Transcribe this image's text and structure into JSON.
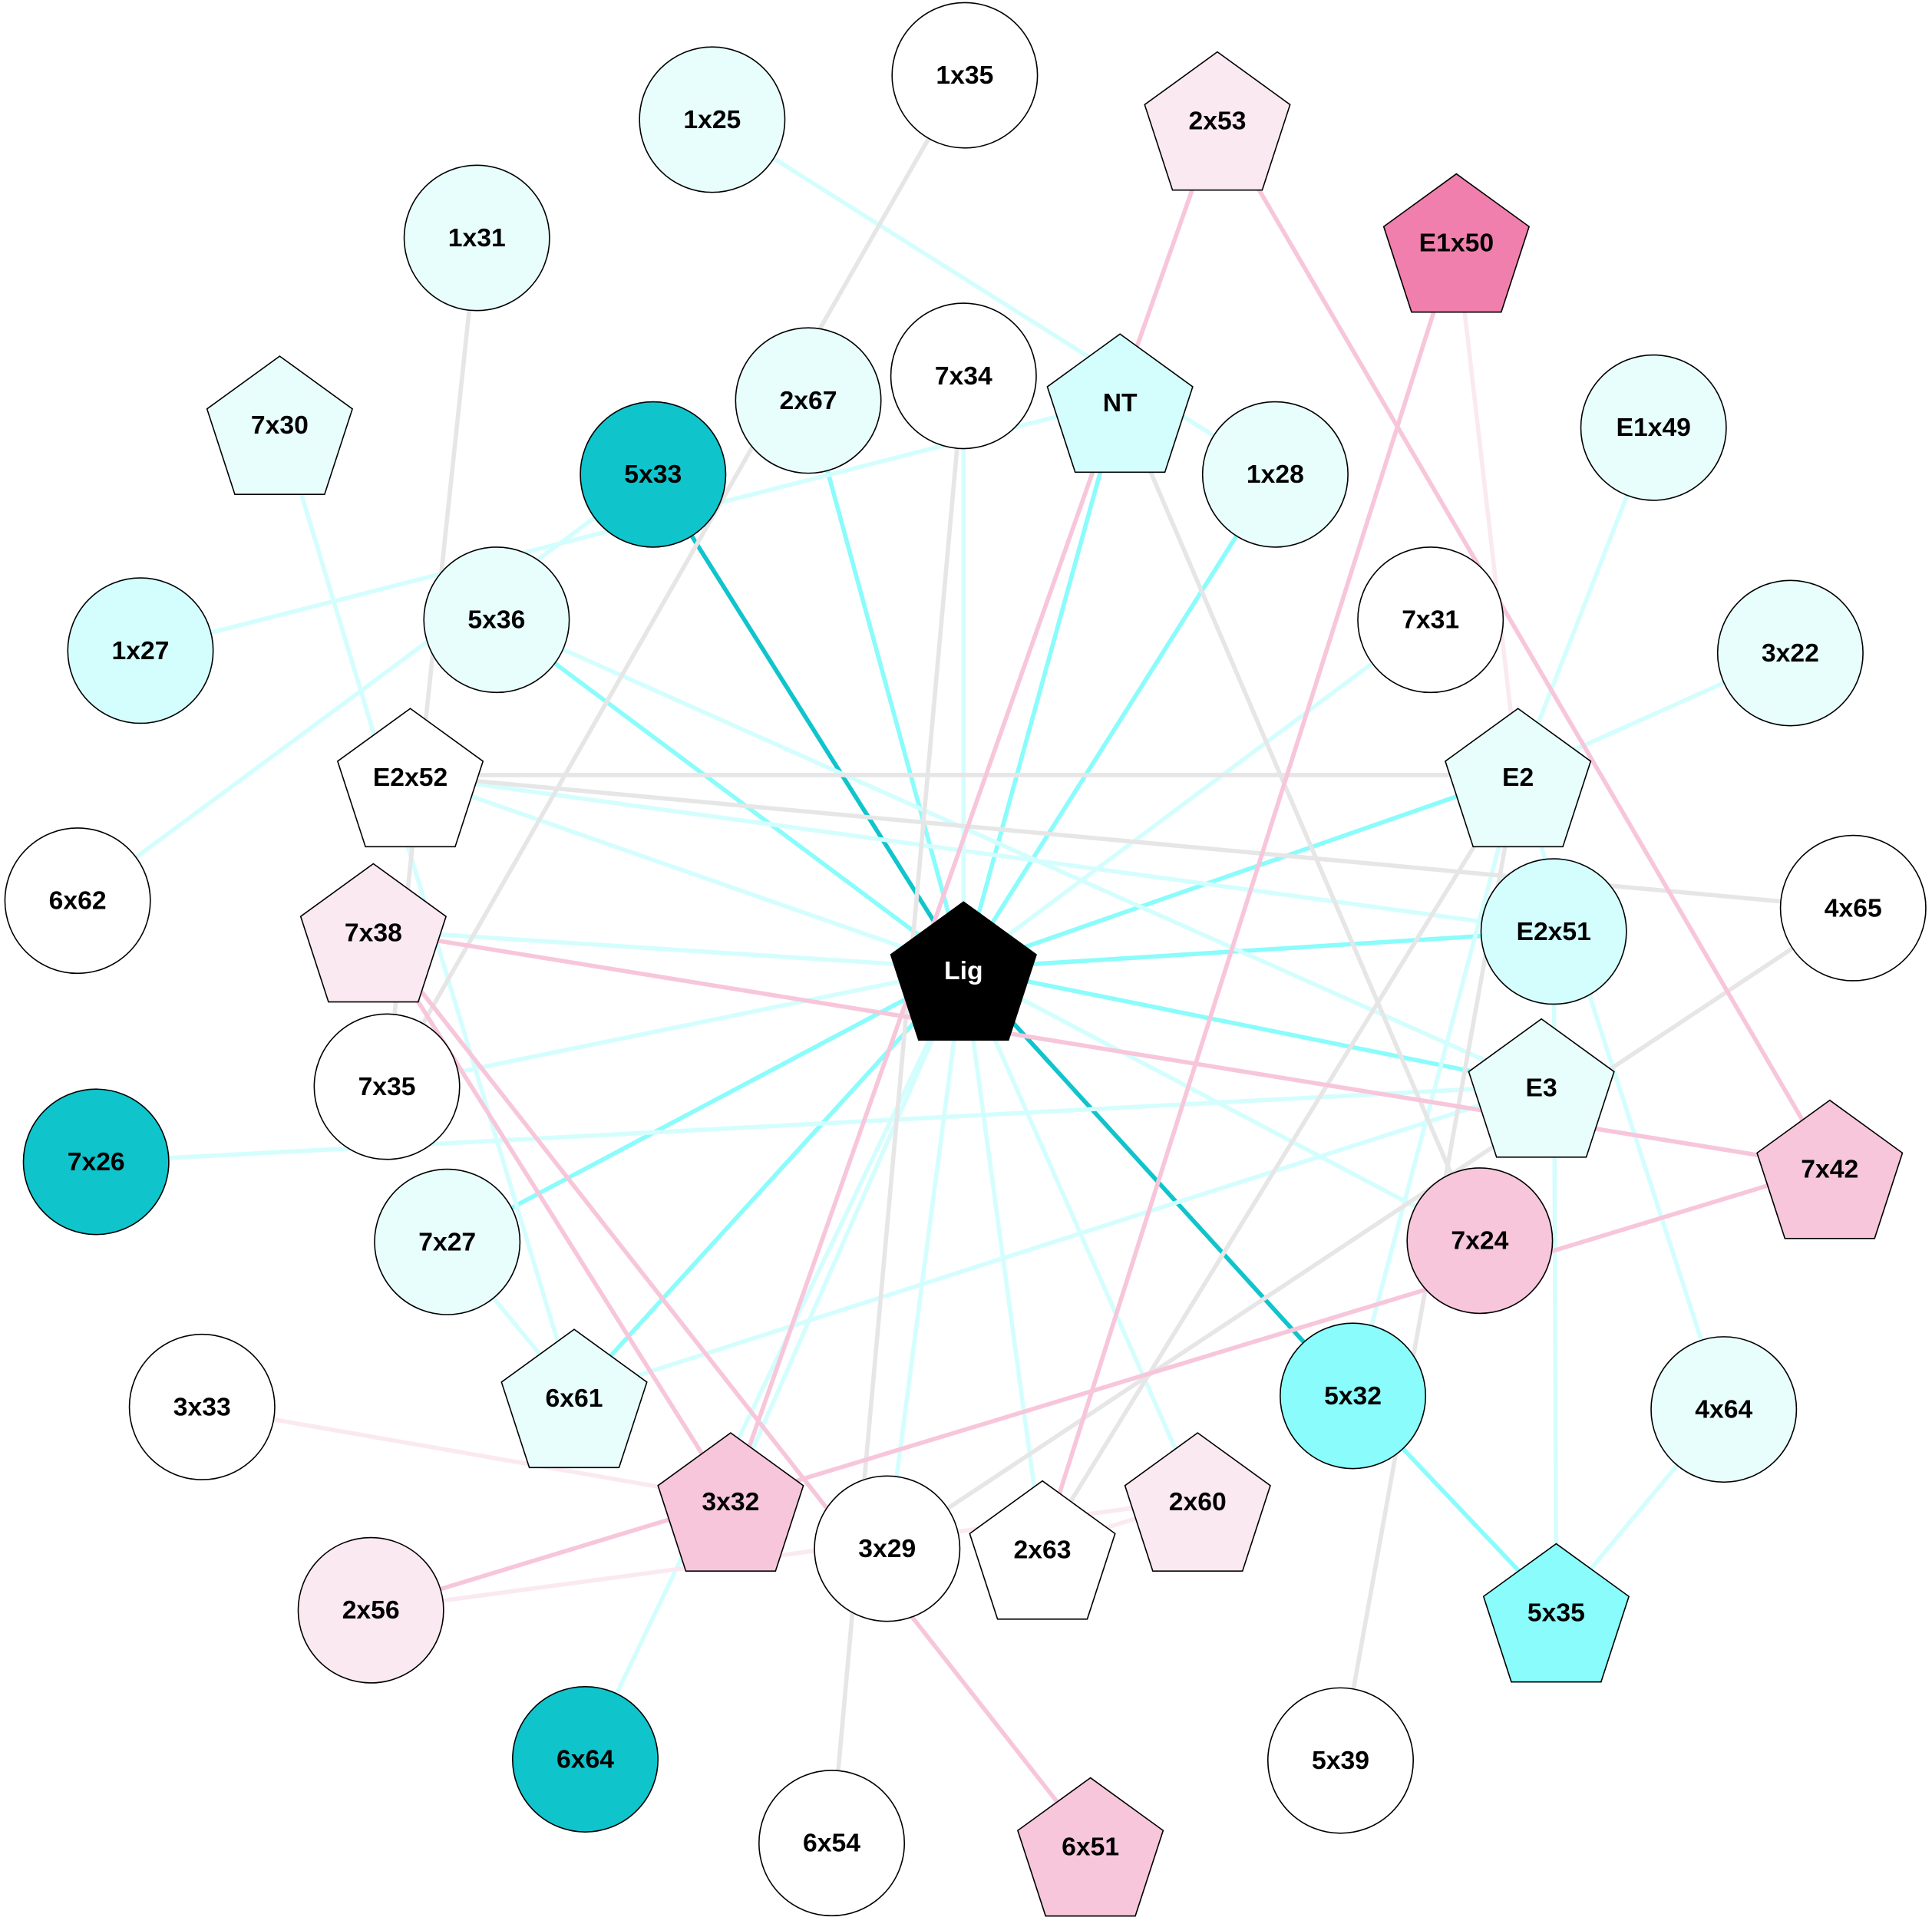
{
  "colors": {
    "dark_cyan": "#10c4cc",
    "cyan": "#8afcfc",
    "light_cyan_fill": "#e8fefd",
    "pale_cyan_fill": "#d4fefe",
    "light_cyan_edge": "#d4fefe",
    "gray_edge": "#e6e6e6",
    "pink": "#f7c6da",
    "light_pink": "#fbe9f1",
    "hot_pink": "#f07fad",
    "white": "#ffffff",
    "black": "#000000"
  },
  "nodes": [
    {
      "id": "1x35",
      "shape": "circle",
      "fill": "white"
    },
    {
      "id": "1x25",
      "shape": "circle",
      "fill": "light_cyan_fill"
    },
    {
      "id": "2x53",
      "shape": "pentagon",
      "fill": "light_pink"
    },
    {
      "id": "1x31",
      "shape": "circle",
      "fill": "light_cyan_fill"
    },
    {
      "id": "E1x50",
      "shape": "pentagon",
      "fill": "hot_pink"
    },
    {
      "id": "7x30",
      "shape": "pentagon",
      "fill": "light_cyan_fill"
    },
    {
      "id": "2x67",
      "shape": "circle",
      "fill": "light_cyan_fill"
    },
    {
      "id": "7x34",
      "shape": "circle",
      "fill": "white"
    },
    {
      "id": "NT",
      "shape": "pentagon",
      "fill": "pale_cyan_fill"
    },
    {
      "id": "5x33",
      "shape": "circle",
      "fill": "dark_cyan"
    },
    {
      "id": "1x28",
      "shape": "circle",
      "fill": "light_cyan_fill"
    },
    {
      "id": "E1x49",
      "shape": "circle",
      "fill": "light_cyan_fill"
    },
    {
      "id": "1x27",
      "shape": "circle",
      "fill": "pale_cyan_fill"
    },
    {
      "id": "5x36",
      "shape": "circle",
      "fill": "light_cyan_fill"
    },
    {
      "id": "7x31",
      "shape": "circle",
      "fill": "white"
    },
    {
      "id": "3x22",
      "shape": "circle",
      "fill": "light_cyan_fill"
    },
    {
      "id": "E2x52",
      "shape": "pentagon",
      "fill": "white"
    },
    {
      "id": "E2",
      "shape": "pentagon",
      "fill": "light_cyan_fill"
    },
    {
      "id": "6x62",
      "shape": "circle",
      "fill": "white"
    },
    {
      "id": "4x65",
      "shape": "circle",
      "fill": "white"
    },
    {
      "id": "7x38",
      "shape": "pentagon",
      "fill": "light_pink"
    },
    {
      "id": "E2x51",
      "shape": "circle",
      "fill": "pale_cyan_fill"
    },
    {
      "id": "Lig",
      "shape": "pentagon",
      "fill": "black"
    },
    {
      "id": "7x35",
      "shape": "circle",
      "fill": "white"
    },
    {
      "id": "E3",
      "shape": "pentagon",
      "fill": "light_cyan_fill"
    },
    {
      "id": "7x26",
      "shape": "circle",
      "fill": "dark_cyan"
    },
    {
      "id": "7x42",
      "shape": "pentagon",
      "fill": "pink"
    },
    {
      "id": "7x27",
      "shape": "circle",
      "fill": "light_cyan_fill"
    },
    {
      "id": "7x24",
      "shape": "circle",
      "fill": "pink"
    },
    {
      "id": "6x61",
      "shape": "pentagon",
      "fill": "light_cyan_fill"
    },
    {
      "id": "5x32",
      "shape": "circle",
      "fill": "cyan"
    },
    {
      "id": "3x33",
      "shape": "circle",
      "fill": "white"
    },
    {
      "id": "4x64",
      "shape": "circle",
      "fill": "light_cyan_fill"
    },
    {
      "id": "3x32",
      "shape": "pentagon",
      "fill": "pink"
    },
    {
      "id": "2x60",
      "shape": "pentagon",
      "fill": "light_pink"
    },
    {
      "id": "3x29",
      "shape": "circle",
      "fill": "white"
    },
    {
      "id": "2x63",
      "shape": "pentagon",
      "fill": "white"
    },
    {
      "id": "2x56",
      "shape": "circle",
      "fill": "light_pink"
    },
    {
      "id": "5x35",
      "shape": "pentagon",
      "fill": "cyan"
    },
    {
      "id": "5x39",
      "shape": "circle",
      "fill": "white"
    },
    {
      "id": "6x64",
      "shape": "circle",
      "fill": "dark_cyan"
    },
    {
      "id": "6x54",
      "shape": "circle",
      "fill": "white"
    },
    {
      "id": "6x51",
      "shape": "pentagon",
      "fill": "pink"
    }
  ],
  "edges": [
    [
      "Lig",
      "5x33",
      "dark_cyan"
    ],
    [
      "Lig",
      "5x32",
      "dark_cyan"
    ],
    [
      "Lig",
      "2x67",
      "cyan"
    ],
    [
      "Lig",
      "NT",
      "cyan"
    ],
    [
      "Lig",
      "1x28",
      "cyan"
    ],
    [
      "Lig",
      "5x36",
      "cyan"
    ],
    [
      "Lig",
      "E2",
      "cyan"
    ],
    [
      "Lig",
      "E2x51",
      "cyan"
    ],
    [
      "Lig",
      "E3",
      "cyan"
    ],
    [
      "Lig",
      "7x27",
      "cyan"
    ],
    [
      "Lig",
      "6x61",
      "cyan"
    ],
    [
      "Lig",
      "7x34",
      "light_cyan_edge"
    ],
    [
      "Lig",
      "7x31",
      "light_cyan_edge"
    ],
    [
      "Lig",
      "E2x52",
      "light_cyan_edge"
    ],
    [
      "Lig",
      "7x38",
      "light_cyan_edge"
    ],
    [
      "Lig",
      "7x35",
      "light_cyan_edge"
    ],
    [
      "Lig",
      "3x32",
      "light_cyan_edge"
    ],
    [
      "Lig",
      "3x29",
      "light_cyan_edge"
    ],
    [
      "Lig",
      "2x63",
      "light_cyan_edge"
    ],
    [
      "Lig",
      "2x60",
      "light_cyan_edge"
    ],
    [
      "Lig",
      "6x64",
      "light_cyan_edge"
    ],
    [
      "Lig",
      "7x24",
      "light_cyan_edge"
    ],
    [
      "5x35",
      "5x32",
      "cyan"
    ],
    [
      "5x35",
      "4x64",
      "light_cyan_edge"
    ],
    [
      "5x35",
      "E2x51",
      "light_cyan_edge"
    ],
    [
      "1x25",
      "1x28",
      "light_cyan_edge"
    ],
    [
      "1x27",
      "NT",
      "light_cyan_edge"
    ],
    [
      "6x62",
      "5x33",
      "light_cyan_edge"
    ],
    [
      "7x30",
      "6x61",
      "light_cyan_edge"
    ],
    [
      "5x36",
      "E3",
      "light_cyan_edge"
    ],
    [
      "E2x52",
      "E2x51",
      "light_cyan_edge"
    ],
    [
      "7x26",
      "E3",
      "light_cyan_edge"
    ],
    [
      "6x61",
      "E3",
      "light_cyan_edge"
    ],
    [
      "3x22",
      "E2",
      "light_cyan_edge"
    ],
    [
      "E1x49",
      "E2",
      "light_cyan_edge"
    ],
    [
      "4x64",
      "E2",
      "light_cyan_edge"
    ],
    [
      "5x32",
      "E2",
      "light_cyan_edge"
    ],
    [
      "7x27",
      "6x61",
      "light_cyan_edge"
    ],
    [
      "E2x52",
      "E2",
      "gray_edge"
    ],
    [
      "E2x52",
      "4x65",
      "gray_edge"
    ],
    [
      "2x63",
      "E2",
      "gray_edge"
    ],
    [
      "5x39",
      "E2",
      "gray_edge"
    ],
    [
      "NT",
      "7x24",
      "gray_edge"
    ],
    [
      "1x35",
      "7x35",
      "gray_edge"
    ],
    [
      "1x31",
      "7x35",
      "gray_edge"
    ],
    [
      "7x34",
      "6x54",
      "gray_edge"
    ],
    [
      "4x65",
      "3x29",
      "gray_edge"
    ],
    [
      "2x53",
      "3x32",
      "pink"
    ],
    [
      "2x53",
      "7x42",
      "pink"
    ],
    [
      "E1x50",
      "2x63",
      "pink"
    ],
    [
      "7x38",
      "7x42",
      "pink"
    ],
    [
      "7x38",
      "3x32",
      "pink"
    ],
    [
      "7x38",
      "6x51",
      "pink"
    ],
    [
      "7x42",
      "2x56",
      "pink"
    ],
    [
      "E1x50",
      "E2",
      "light_pink"
    ],
    [
      "3x33",
      "3x32",
      "light_pink"
    ],
    [
      "2x56",
      "2x60",
      "light_pink"
    ],
    [
      "2x63",
      "2x60",
      "light_pink"
    ]
  ]
}
